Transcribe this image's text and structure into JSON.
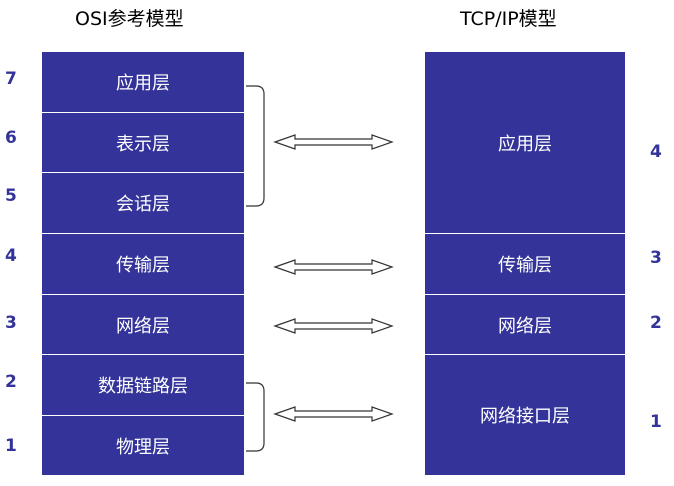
{
  "osi": {
    "title": "OSI参考模型",
    "layers": [
      {
        "name": "应用层",
        "num": "7"
      },
      {
        "name": "表示层",
        "num": "6"
      },
      {
        "name": "会话层",
        "num": "5"
      },
      {
        "name": "传输层",
        "num": "4"
      },
      {
        "name": "网络层",
        "num": "3"
      },
      {
        "name": "数据链路层",
        "num": "2"
      },
      {
        "name": "物理层",
        "num": "1"
      }
    ]
  },
  "tcpip": {
    "title": "TCP/IP模型",
    "layers": [
      {
        "name": "应用层",
        "num": "4"
      },
      {
        "name": "传输层",
        "num": "3"
      },
      {
        "name": "网络层",
        "num": "2"
      },
      {
        "name": "网络接口层",
        "num": "1"
      }
    ]
  },
  "colors": {
    "layer_fill": "#333399",
    "layer_text": "#ffffff",
    "number_text": "#333399"
  }
}
